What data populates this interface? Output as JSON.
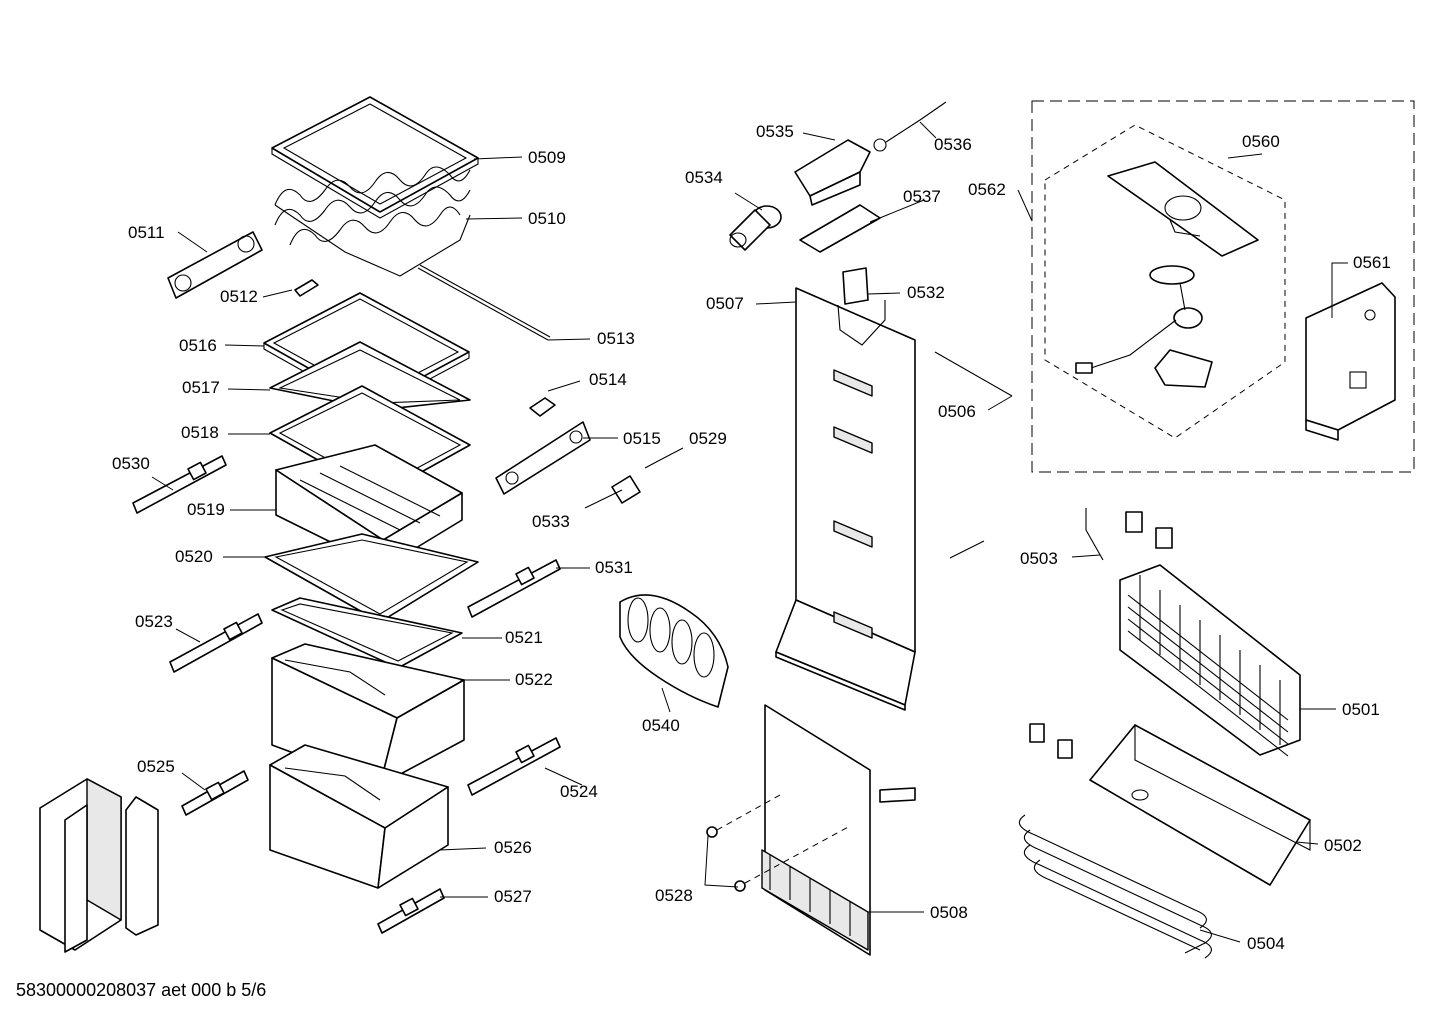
{
  "labels": {
    "p0501": "0501",
    "p0502": "0502",
    "p0503": "0503",
    "p0504": "0504",
    "p0506": "0506",
    "p0507": "0507",
    "p0508": "0508",
    "p0509": "0509",
    "p0510": "0510",
    "p0511": "0511",
    "p0512": "0512",
    "p0513": "0513",
    "p0514": "0514",
    "p0515": "0515",
    "p0516": "0516",
    "p0517": "0517",
    "p0518": "0518",
    "p0519": "0519",
    "p0520": "0520",
    "p0521": "0521",
    "p0522": "0522",
    "p0523": "0523",
    "p0524": "0524",
    "p0525": "0525",
    "p0526": "0526",
    "p0527": "0527",
    "p0528": "0528",
    "p0529": "0529",
    "p0530": "0530",
    "p0531": "0531",
    "p0532": "0532",
    "p0533": "0533",
    "p0534": "0534",
    "p0535": "0535",
    "p0536": "0536",
    "p0537": "0537",
    "p0540": "0540",
    "p0560": "0560",
    "p0561": "0561",
    "p0562": "0562"
  },
  "footer": "58300000208037 aet 000 b 5/6"
}
